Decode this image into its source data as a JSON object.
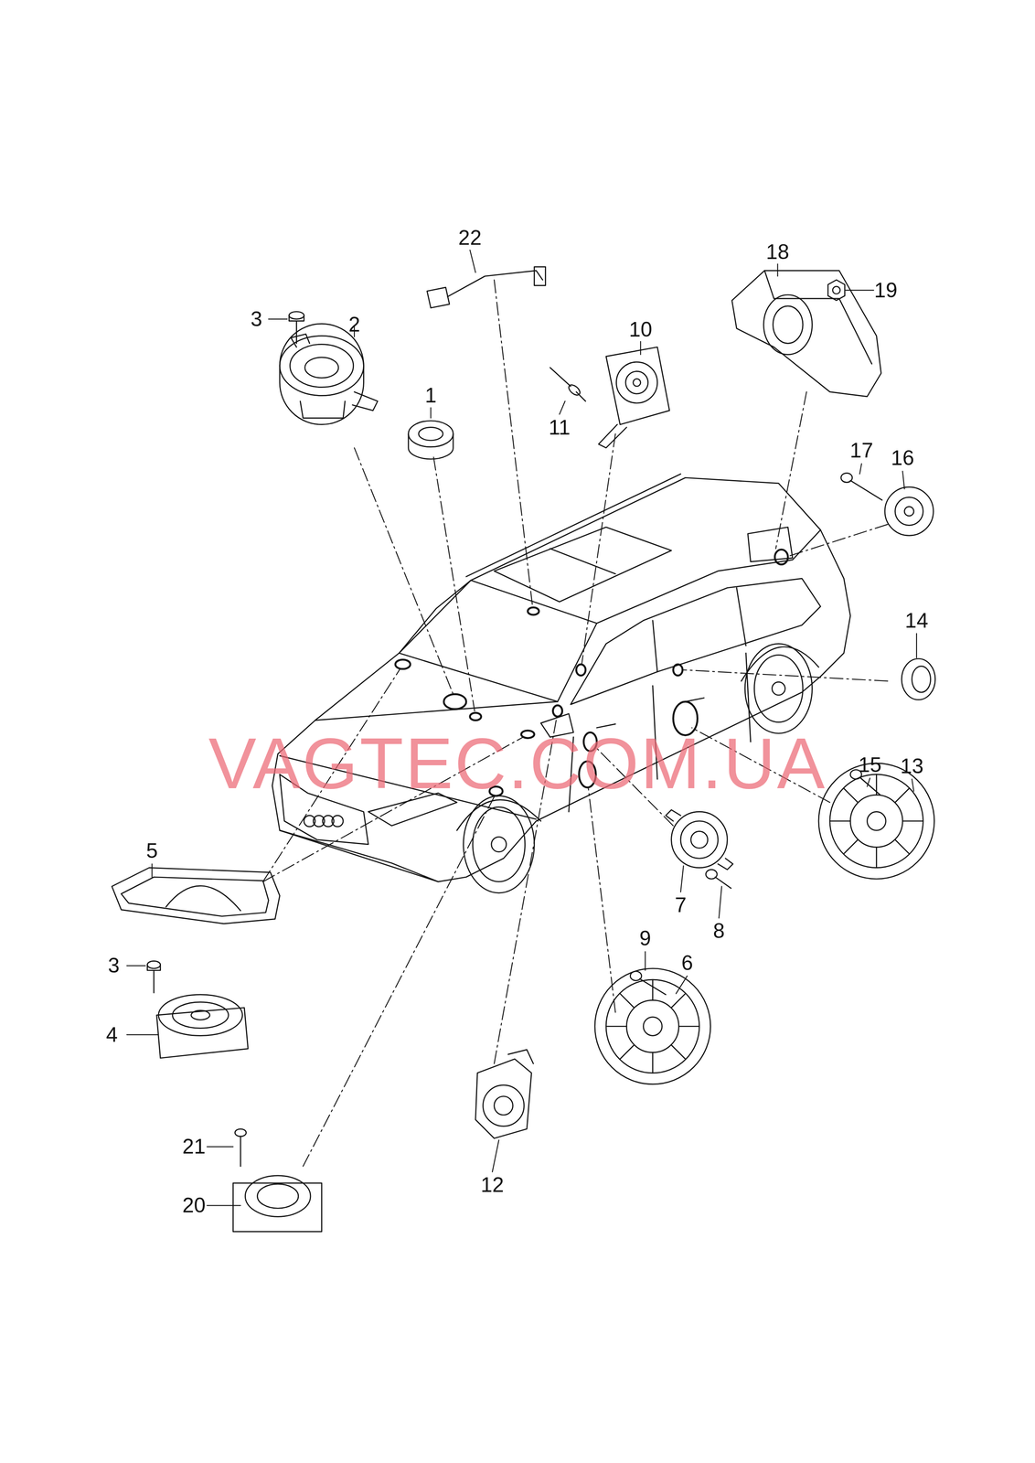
{
  "diagram": {
    "labels": [
      "22",
      "18",
      "19",
      "3",
      "2",
      "10",
      "1",
      "11",
      "17",
      "16",
      "14",
      "15",
      "13",
      "5",
      "7",
      "8",
      "3",
      "9",
      "6",
      "4",
      "21",
      "20",
      "12",
      "VAGTEC.COM.UA"
    ]
  }
}
